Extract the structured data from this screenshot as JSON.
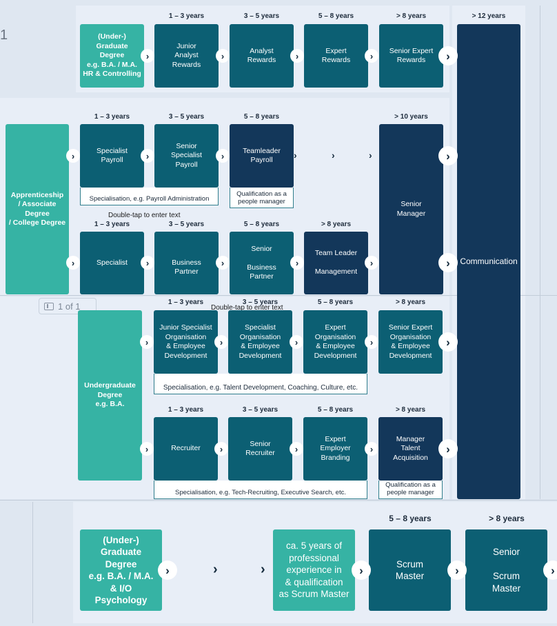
{
  "page_number": "1",
  "hints": {
    "top": "Double-tap to enter text",
    "mid": "Double-tap to enter text"
  },
  "page_indicator": "1 of 1",
  "top_row": {
    "entry": "(Under-)\nGraduate\nDegree\ne.g. B.A. / M.A.\nHR & Controlling",
    "years": [
      "1 – 3 years",
      "3 – 5 years",
      "5 – 8 years",
      "> 8 years"
    ],
    "roles": [
      "Junior\nAnalyst\nRewards",
      "Analyst\nRewards",
      "Expert\nRewards",
      "Senior Expert\nRewards"
    ],
    "right_year": "> 12 years",
    "right_role": "Communication"
  },
  "apprenticeship": {
    "entry": "Apprenticeship\n/ Associate\nDegree\n/ College Degree",
    "payroll_years": [
      "1 – 3 years",
      "3 – 5 years",
      "5 – 8 years",
      "> 10 years"
    ],
    "payroll_roles": [
      "Specialist\nPayroll",
      "Senior\nSpecialist\nPayroll",
      "Teamleader\nPayroll"
    ],
    "senior_manager": "Senior\nManager",
    "payroll_spec": "Specialisation, e.g. Payroll Administration",
    "payroll_qual": "Qualification as a\npeople manager",
    "bp_years": [
      "1 – 3 years",
      "3 – 5 years",
      "5 – 8 years",
      "> 8 years"
    ],
    "bp_roles": [
      "Specialist",
      "\nBusiness\nPartner",
      "Senior\n\nBusiness\nPartner",
      "Team Leader\n\nManagement"
    ]
  },
  "undergrad": {
    "entry": "Undergraduate\nDegree\ne.g. B.A.",
    "oe_years": [
      "1 – 3 years",
      "3 – 5 years",
      "5 – 8 years",
      "> 8 years"
    ],
    "oe_roles": [
      "Junior Specialist\nOrganisation\n& Employee\nDevelopment",
      "Specialist\nOrganisation\n& Employee\nDevelopment",
      "Expert\nOrganisation\n& Employee\nDevelopment",
      "Senior Expert\nOrganisation\n& Employee\nDevelopment"
    ],
    "oe_spec": "Specialisation, e.g. Talent Development, Coaching, Culture, etc.",
    "rec_years": [
      "1 – 3 years",
      "3 – 5 years",
      "5 – 8 years",
      "> 8 years"
    ],
    "rec_roles": [
      "Recruiter",
      "Senior\nRecruiter",
      "Expert\nEmployer\nBranding",
      "Manager\nTalent\nAcquisition"
    ],
    "rec_spec": "Specialisation, e.g. Tech-Recruiting, Executive Search, etc.",
    "rec_qual": "Qualification as a\npeople manager"
  },
  "bottom_row": {
    "entry": "(Under-)\nGraduate\nDegree\ne.g. B.A. / M.A.\n& I/O\nPsychology",
    "prereq": "ca. 5 years of\nprofessional\nexperience in\n& qualification\nas Scrum Master",
    "years": [
      "5 – 8 years",
      "> 8 years"
    ],
    "roles": [
      "Scrum\nMaster",
      "Senior\n\nScrum\nMaster"
    ]
  },
  "colors": {
    "entry": "#36b3a4",
    "role": "#0c5f73",
    "leader": "#13375a",
    "background": "#dfe7f1"
  }
}
